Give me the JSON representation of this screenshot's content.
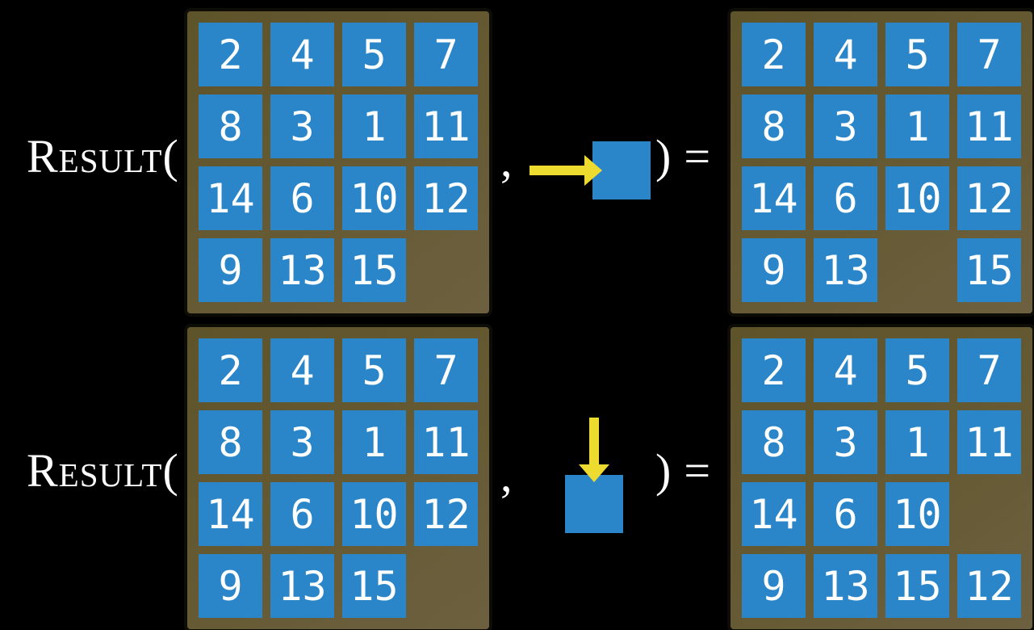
{
  "figure": {
    "description": "Sliding-tile 15-puzzle transition model: RESULT(state, action) = state",
    "colors": {
      "background": "#000000",
      "tile_blue": "#2a86c9",
      "frame_brown": "#655a33",
      "frame_outline": "#0d0c07",
      "arrow_yellow": "#eedb2f",
      "text_white": "#ffffff"
    }
  },
  "equations": [
    {
      "function_name": "Result",
      "open_paren": "(",
      "comma": ",",
      "close_paren": ")",
      "equals": "=",
      "action": {
        "icon": "right-arrow-into-blank-tile",
        "direction": "right"
      },
      "state_grid": [
        [
          "2",
          "4",
          "5",
          "7"
        ],
        [
          "8",
          "3",
          "1",
          "11"
        ],
        [
          "14",
          "6",
          "10",
          "12"
        ],
        [
          "9",
          "13",
          "15",
          ""
        ]
      ],
      "result_grid": [
        [
          "2",
          "4",
          "5",
          "7"
        ],
        [
          "8",
          "3",
          "1",
          "11"
        ],
        [
          "14",
          "6",
          "10",
          "12"
        ],
        [
          "9",
          "13",
          "",
          "15"
        ]
      ]
    },
    {
      "function_name": "Result",
      "open_paren": "(",
      "comma": ",",
      "close_paren": ")",
      "equals": "=",
      "action": {
        "icon": "down-arrow-into-blank-tile",
        "direction": "down"
      },
      "state_grid": [
        [
          "2",
          "4",
          "5",
          "7"
        ],
        [
          "8",
          "3",
          "1",
          "11"
        ],
        [
          "14",
          "6",
          "10",
          "12"
        ],
        [
          "9",
          "13",
          "15",
          ""
        ]
      ],
      "result_grid": [
        [
          "2",
          "4",
          "5",
          "7"
        ],
        [
          "8",
          "3",
          "1",
          "11"
        ],
        [
          "14",
          "6",
          "10",
          ""
        ],
        [
          "9",
          "13",
          "15",
          "12"
        ]
      ]
    }
  ]
}
